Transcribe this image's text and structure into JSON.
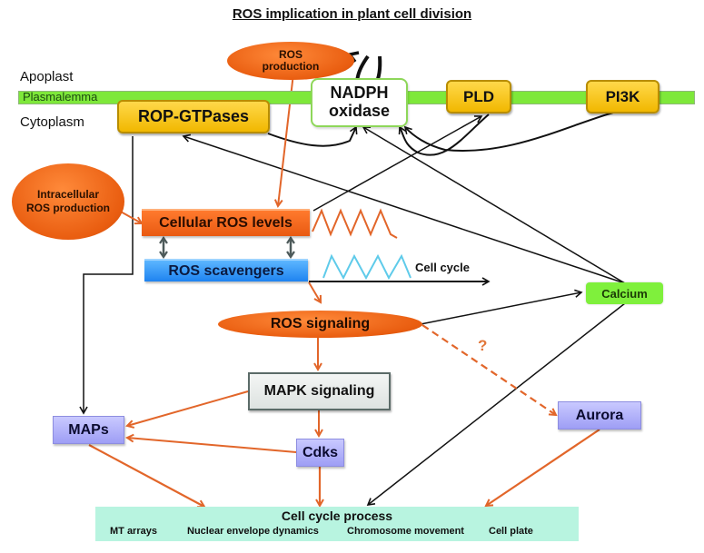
{
  "title": "ROS implication in plant cell division",
  "compartments": {
    "apoplast": "Apoplast",
    "plasmalemma": "Plasmalemma",
    "cytoplasm": "Cytoplasm"
  },
  "nodes": {
    "ros_production": {
      "line1": "ROS",
      "line2": "production"
    },
    "nadph_oxidase": {
      "line1": "NADPH",
      "line2": "oxidase"
    },
    "pld": "PLD",
    "pi3k": "PI3K",
    "rop_gtpases": "ROP-GTPases",
    "intracellular_ros": {
      "line1": "Intracellular",
      "line2": "ROS production"
    },
    "cellular_ros_levels": "Cellular ROS levels",
    "ros_scavengers": "ROS scavengers",
    "cell_cycle_label": "Cell cycle",
    "calcium": "Calcium",
    "ros_signaling": "ROS signaling",
    "question_mark": "?",
    "mapk_signaling": "MAPK signaling",
    "maps": "MAPs",
    "cdks": "Cdks",
    "aurora": "Aurora"
  },
  "cell_cycle_process": {
    "title": "Cell cycle process",
    "items": [
      "MT arrays",
      "Nuclear envelope dynamics",
      "Chromosome movement",
      "Cell plate"
    ]
  },
  "colors": {
    "orange_arrow": "#e2662a",
    "black_arrow": "#111111",
    "membrane": "#7ee83a",
    "ros_wave": "#e2662a",
    "scavenger_wave": "#5fcbea",
    "double_arrow": "#4d5a5a"
  },
  "edges": [
    {
      "from": "ros_production",
      "to": "cellular_ros_levels",
      "style": "orange"
    },
    {
      "from": "nadph_oxidase",
      "to": "ros_production",
      "style": "black-curved"
    },
    {
      "from": "rop_gtpases",
      "to": "nadph_oxidase",
      "style": "black"
    },
    {
      "from": "pld",
      "to": "nadph_oxidase",
      "style": "black"
    },
    {
      "from": "pi3k",
      "to": "nadph_oxidase",
      "style": "black"
    },
    {
      "from": "cellular_ros_levels",
      "to": "pld",
      "style": "black"
    },
    {
      "from": "calcium",
      "to": "rop_gtpases",
      "style": "black"
    },
    {
      "from": "calcium",
      "to": "nadph_oxidase",
      "style": "black"
    },
    {
      "from": "intracellular_ros",
      "to": "cellular_ros_levels",
      "style": "orange"
    },
    {
      "from": "cellular_ros_levels",
      "to": "ros_scavengers",
      "style": "double"
    },
    {
      "from": "ros_scavengers",
      "to": "ros_signaling",
      "style": "orange"
    },
    {
      "from": "ros_signaling",
      "to": "calcium",
      "style": "black"
    },
    {
      "from": "ros_signaling",
      "to": "aurora",
      "style": "orange-dashed"
    },
    {
      "from": "ros_signaling",
      "to": "mapk_signaling",
      "style": "orange"
    },
    {
      "from": "rop_gtpases",
      "to": "maps",
      "style": "black"
    },
    {
      "from": "mapk_signaling",
      "to": "maps",
      "style": "orange"
    },
    {
      "from": "mapk_signaling",
      "to": "cdks",
      "style": "orange"
    },
    {
      "from": "cdks",
      "to": "maps",
      "style": "orange"
    },
    {
      "from": "maps",
      "to": "cell_cycle_process",
      "style": "orange"
    },
    {
      "from": "cdks",
      "to": "cell_cycle_process",
      "style": "orange"
    },
    {
      "from": "aurora",
      "to": "cell_cycle_process",
      "style": "orange"
    },
    {
      "from": "calcium",
      "to": "cell_cycle_process",
      "style": "black"
    }
  ]
}
